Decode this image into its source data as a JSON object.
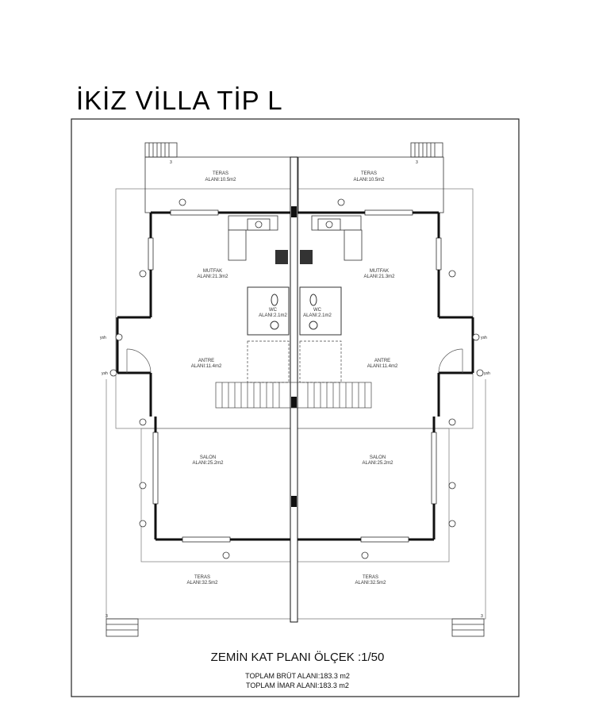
{
  "title": "İKİZ VİLLA TİP L",
  "rooms": {
    "teras_top_left": {
      "name": "TERAS",
      "area": "ALANI:10.5m2"
    },
    "teras_top_right": {
      "name": "TERAS",
      "area": "ALANI:10.5m2"
    },
    "mutfak_left": {
      "name": "MUTFAK",
      "area": "ALANI:21.3m2"
    },
    "mutfak_right": {
      "name": "MUTFAK",
      "area": "ALANI:21.3m2"
    },
    "wc_left": {
      "name": "WC",
      "area": "ALANI:2.1m2"
    },
    "wc_right": {
      "name": "WC",
      "area": "ALANI:2.1m2"
    },
    "antre_left": {
      "name": "ANTRE",
      "area": "ALANI:11.4m2"
    },
    "antre_right": {
      "name": "ANTRE",
      "area": "ALANI:11.4m2"
    },
    "salon_left": {
      "name": "SALON",
      "area": "ALANI:25.2m2"
    },
    "salon_right": {
      "name": "SALON",
      "area": "ALANI:25.2m2"
    },
    "teras_bottom_left": {
      "name": "TERAS",
      "area": "ALANI:32.5m2"
    },
    "teras_bottom_right": {
      "name": "TERAS",
      "area": "ALANI:32.5m2"
    }
  },
  "marks": {
    "three": "3",
    "ysh": "ysh"
  },
  "footer": {
    "scale_title": "ZEMİN KAT PLANI ÖLÇEK :1/50",
    "gross_area": "TOPLAM BRÜT ALANI:183.3 m2",
    "zoning_area": "TOPLAM İMAR ALANI:183.3 m2"
  }
}
